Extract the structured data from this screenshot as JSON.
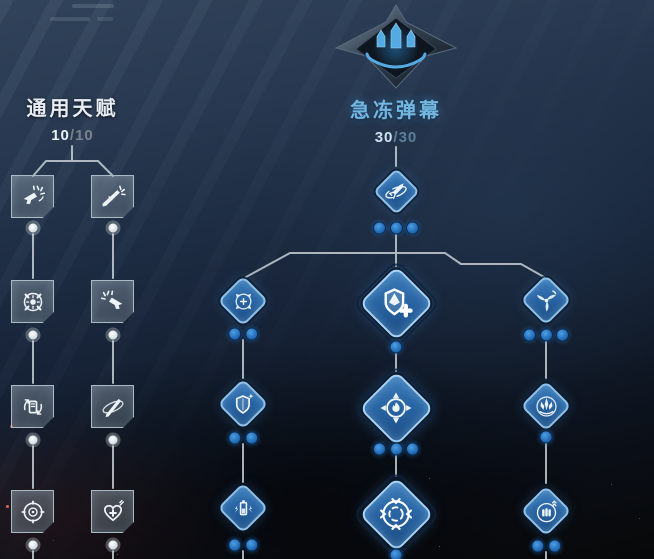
{
  "screen": {
    "name": "talent-tree-screen"
  },
  "left_tree": {
    "title": "通用天赋",
    "points": {
      "current": "10",
      "separator": "/",
      "max": "10"
    },
    "columns": [
      {
        "nodes": [
          {
            "name": "general-talent-1-1",
            "icon": "pistol-burst-icon",
            "pips": 1
          },
          {
            "name": "general-talent-2-1",
            "icon": "aim-stability-icon",
            "pips": 1
          },
          {
            "name": "general-talent-3-1",
            "icon": "reload-magazine-icon",
            "pips": 1
          },
          {
            "name": "general-talent-4-1",
            "icon": "scope-crosshair-icon",
            "pips": 1
          }
        ]
      },
      {
        "nodes": [
          {
            "name": "general-talent-1-2",
            "icon": "rifle-burst-icon",
            "pips": 1
          },
          {
            "name": "general-talent-2-2",
            "icon": "gun-blast-icon",
            "pips": 1
          },
          {
            "name": "general-talent-3-2",
            "icon": "blade-slash-icon",
            "pips": 1
          },
          {
            "name": "general-talent-4-2",
            "icon": "heart-plus-icon",
            "pips": 1
          }
        ]
      }
    ]
  },
  "right_tree": {
    "emblem": "frost-barrage-emblem",
    "title": "急冻弹幕",
    "points": {
      "current": "30",
      "separator": "/",
      "max": "30"
    },
    "root": {
      "name": "frost-root",
      "icon": "missile-orbit-icon",
      "pips": 3
    },
    "branches": [
      {
        "side": "left",
        "nodes": [
          {
            "name": "frost-left-1",
            "icon": "target-lock-icon",
            "pips": 2
          },
          {
            "name": "frost-left-2",
            "icon": "shield-guard-icon",
            "pips": 2
          },
          {
            "name": "frost-left-3",
            "icon": "battery-lightning-icon",
            "pips": 2
          }
        ]
      },
      {
        "side": "center",
        "nodes": [
          {
            "name": "frost-center-1",
            "icon": "shield-plus-icon",
            "pips": 1,
            "size": "large"
          },
          {
            "name": "frost-center-2",
            "icon": "flame-reticle-icon",
            "pips": 3,
            "size": "large"
          },
          {
            "name": "frost-center-3",
            "icon": "containment-reticle-icon",
            "pips": 1,
            "size": "large"
          }
        ]
      },
      {
        "side": "right",
        "nodes": [
          {
            "name": "frost-right-1",
            "icon": "spin-blades-icon",
            "pips": 3
          },
          {
            "name": "frost-right-2",
            "icon": "ice-crystal-icon",
            "pips": 1
          },
          {
            "name": "frost-right-3",
            "icon": "ammo-cluster-icon",
            "pips": 2
          }
        ]
      }
    ]
  },
  "colors": {
    "node_blue": "#2a66a5",
    "node_border": "#8fc2ea",
    "node_border_bright": "#a8d5f6",
    "title_blue": "#72b6e1",
    "text_light": "#e9f1f6",
    "text_dim": "#78828c",
    "wire": "#cdd5db",
    "pip_blue": "#1f6ab8",
    "pip_gray": "#e8eef3",
    "tile_border": "#a9bac4",
    "ember_red": "#c8502f",
    "emblem_glow": "#54aae3"
  }
}
